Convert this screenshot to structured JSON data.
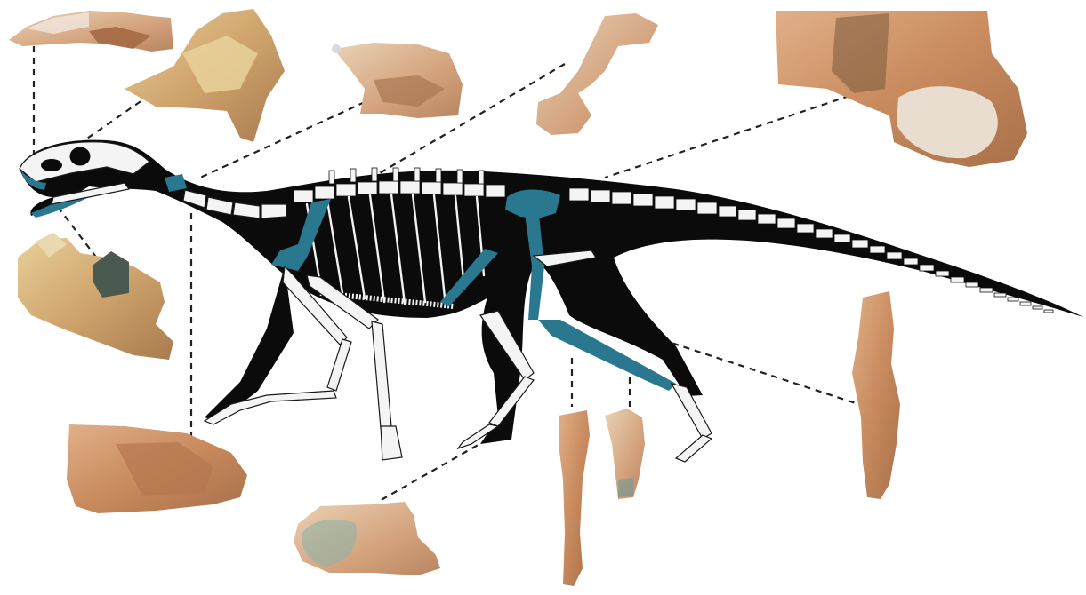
{
  "figure": {
    "subject": "skeletal-reconstruction",
    "colors": {
      "body_silhouette": "#0b0b0b",
      "known_bones": "#2a7890",
      "reconstructed_bones": "#f4f4f4",
      "fossil_tone": "#c98a5e",
      "leader_lines": "#222222"
    },
    "fossil_specimens": [
      {
        "name": "maxilla",
        "linked_to": "snout"
      },
      {
        "name": "braincase",
        "linked_to": "skull"
      },
      {
        "name": "cervical-vertebra",
        "linked_to": "neck"
      },
      {
        "name": "scapula",
        "linked_to": "shoulder"
      },
      {
        "name": "ilium",
        "linked_to": "hip"
      },
      {
        "name": "dentary-with-teeth",
        "linked_to": "lower-jaw"
      },
      {
        "name": "humerus-fragment",
        "linked_to": "upper-arm"
      },
      {
        "name": "astragalus",
        "linked_to": "ankle"
      },
      {
        "name": "femur",
        "linked_to": "thigh"
      },
      {
        "name": "tibia-fragment",
        "linked_to": "shin"
      },
      {
        "name": "fibula",
        "linked_to": "lower-leg"
      }
    ]
  }
}
